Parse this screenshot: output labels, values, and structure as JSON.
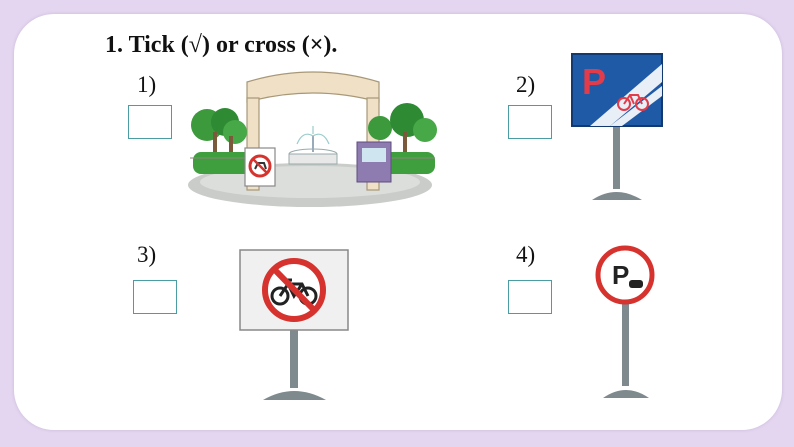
{
  "title": "1. Tick (√) or cross (×).",
  "items": [
    {
      "number": "1)",
      "picture": "park-entrance-with-no-dogs-sign"
    },
    {
      "number": "2)",
      "picture": "bicycle-parking-sign"
    },
    {
      "number": "3)",
      "picture": "no-bicycles-sign"
    },
    {
      "number": "4)",
      "picture": "car-parking-sign"
    }
  ],
  "signs": {
    "parking_letter": "P"
  },
  "colors": {
    "page_background": "#e4d6f0",
    "card": "#ffffff",
    "answer_box_border": "#4a9ea3",
    "sign_blue": "#1f5aa6",
    "prohibition_red": "#d6322e",
    "pole_gray": "#7f8a8e"
  }
}
